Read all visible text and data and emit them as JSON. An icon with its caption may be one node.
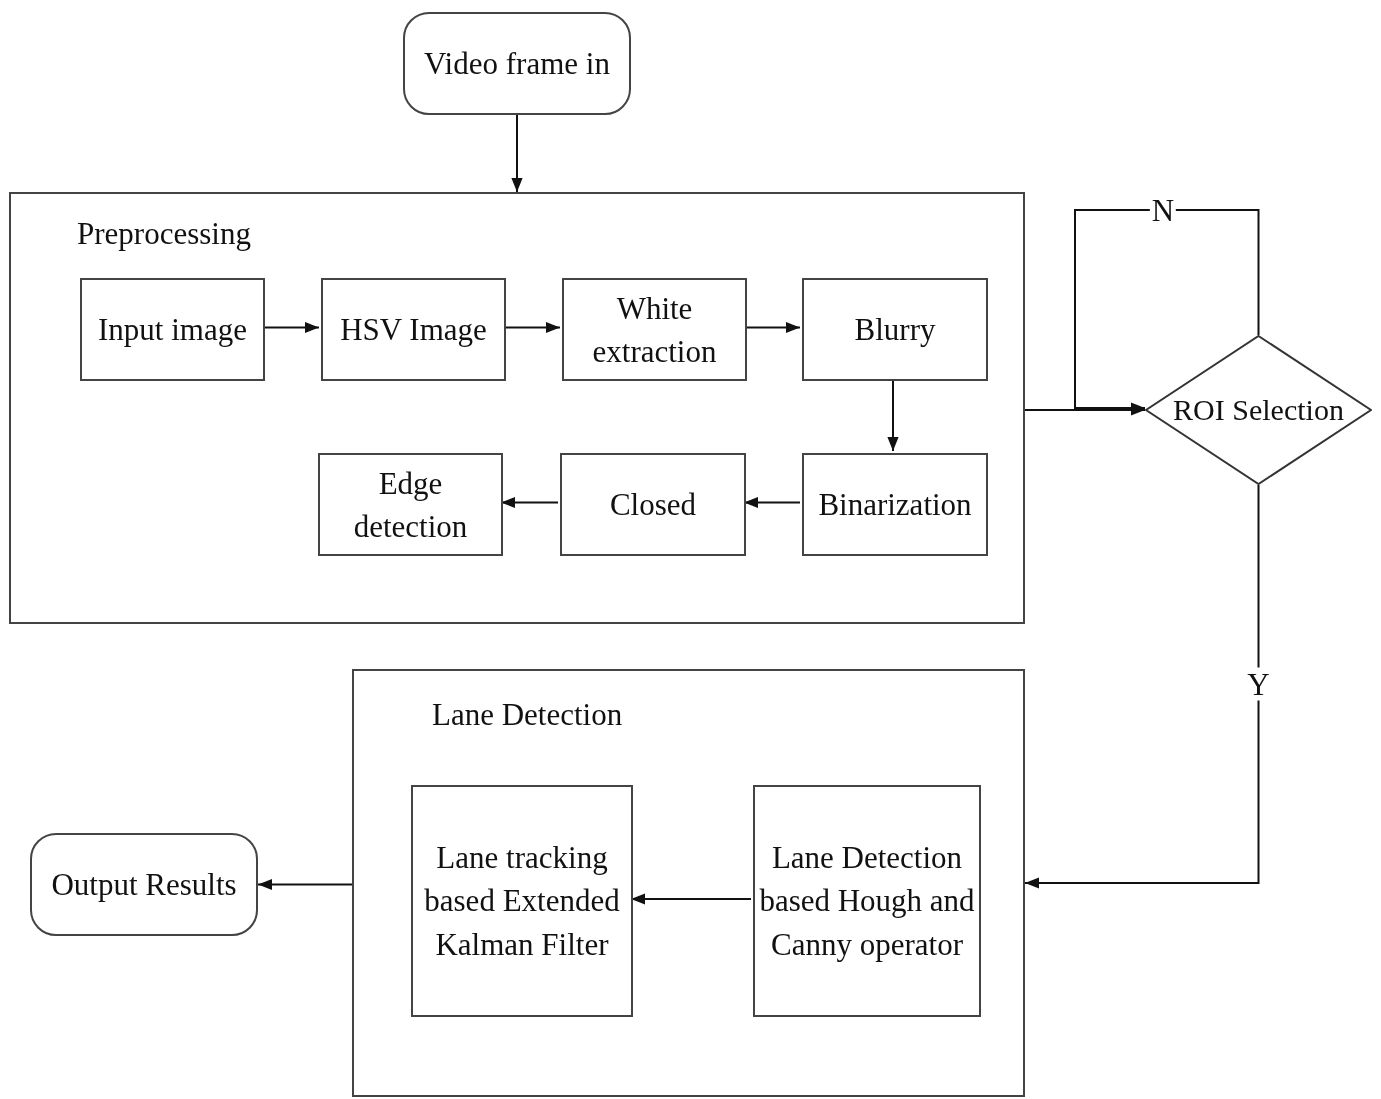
{
  "diagram": {
    "nodes": [
      {
        "text": [
          "Video frame in"
        ]
      },
      {
        "text": [
          "Preprocessing"
        ]
      },
      {
        "text": [
          "Input image"
        ],
        "in": 1
      },
      {
        "text": [
          "HSV Image"
        ],
        "in": 1
      },
      {
        "text": [
          "White extraction"
        ],
        "in": 1
      },
      {
        "text": [
          "Blurry"
        ],
        "in": 1
      },
      {
        "text": [
          "Binarization"
        ],
        "in": 1
      },
      {
        "text": [
          "Closed"
        ],
        "in": 1
      },
      {
        "text": [
          "Edge detection"
        ],
        "in": 1
      },
      {
        "text": [
          "ROI Selection"
        ]
      },
      {
        "text": [
          "Lane Detection"
        ]
      },
      {
        "text": [
          "Lane tracking based Extended Kalman Filter"
        ],
        "in": 10
      },
      {
        "text": [
          "Lane Detection based Hough and Canny operator"
        ],
        "in": 10
      },
      {
        "text": [
          "Output Results"
        ]
      }
    ],
    "edges": [
      {
        "from": 0,
        "to": 1,
        "arrow": "to"
      },
      {
        "from": 2,
        "to": 3,
        "arrow": "to"
      },
      {
        "from": 3,
        "to": 4,
        "arrow": "to"
      },
      {
        "from": 4,
        "to": 5,
        "arrow": "to"
      },
      {
        "from": 5,
        "to": 6,
        "arrow": "to"
      },
      {
        "from": 6,
        "to": 7,
        "arrow": "to"
      },
      {
        "from": 7,
        "to": 8,
        "arrow": "to"
      },
      {
        "from": 1,
        "to": 9,
        "arrow": "to"
      },
      {
        "from": 9,
        "to": 9,
        "label": "N",
        "arrow": "to"
      },
      {
        "from": 9,
        "to": 10,
        "label": "Y",
        "arrow": "to"
      },
      {
        "from": 12,
        "to": 11,
        "arrow": "to"
      },
      {
        "from": 10,
        "to": 13,
        "arrow": "to"
      }
    ]
  }
}
